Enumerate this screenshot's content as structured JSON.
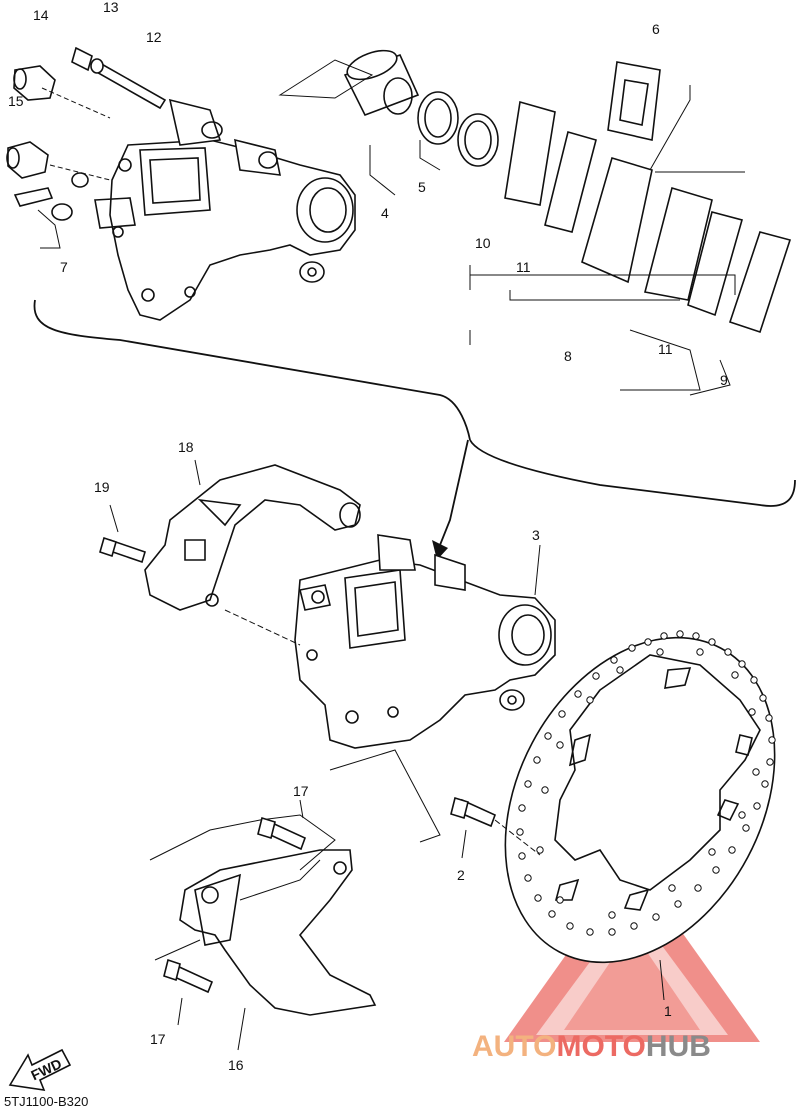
{
  "diagram_code": "5TJ1100-B320",
  "fwd_label": "FWD",
  "watermark": {
    "part1": "AUTO",
    "part2": "MOTO",
    "part3": "HUB"
  },
  "callouts": [
    {
      "id": "c1",
      "text": "1"
    },
    {
      "id": "c2",
      "text": "2"
    },
    {
      "id": "c3",
      "text": "3"
    },
    {
      "id": "c4",
      "text": "4"
    },
    {
      "id": "c5",
      "text": "5"
    },
    {
      "id": "c6",
      "text": "6"
    },
    {
      "id": "c7",
      "text": "7"
    },
    {
      "id": "c8",
      "text": "8"
    },
    {
      "id": "c9",
      "text": "9"
    },
    {
      "id": "c10",
      "text": "10"
    },
    {
      "id": "c11a",
      "text": "11"
    },
    {
      "id": "c11b",
      "text": "11"
    },
    {
      "id": "c12",
      "text": "12"
    },
    {
      "id": "c13",
      "text": "13"
    },
    {
      "id": "c14",
      "text": "14"
    },
    {
      "id": "c15",
      "text": "15"
    },
    {
      "id": "c16",
      "text": "16"
    },
    {
      "id": "c17a",
      "text": "17"
    },
    {
      "id": "c17b",
      "text": "17"
    },
    {
      "id": "c18",
      "text": "18"
    },
    {
      "id": "c19",
      "text": "19"
    }
  ],
  "colors": {
    "line": "#111111",
    "watermark_red": "#ec6a63",
    "watermark_orange": "#f3b27f",
    "watermark_gray": "#8a8a8a"
  }
}
